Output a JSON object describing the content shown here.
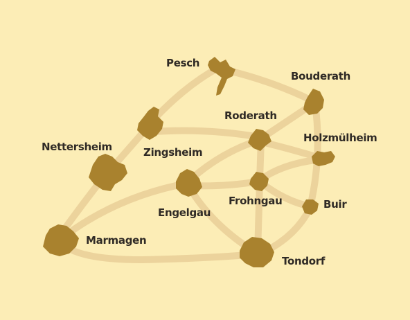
{
  "map": {
    "colors": {
      "background": "#fcedb6",
      "road": "#ecd39c",
      "town": "#a9822e",
      "label": "#2f2a25"
    },
    "towns": [
      {
        "id": "pesch",
        "name": "Pesch"
      },
      {
        "id": "bouderath",
        "name": "Bouderath"
      },
      {
        "id": "roderath",
        "name": "Roderath"
      },
      {
        "id": "holzmuelheim",
        "name": "Holzmülheim"
      },
      {
        "id": "nettersheim",
        "name": "Nettersheim"
      },
      {
        "id": "zingsheim",
        "name": "Zingsheim"
      },
      {
        "id": "frohngau",
        "name": "Frohngau"
      },
      {
        "id": "engelgau",
        "name": "Engelgau"
      },
      {
        "id": "buir",
        "name": "Buir"
      },
      {
        "id": "marmagen",
        "name": "Marmagen"
      },
      {
        "id": "tondorf",
        "name": "Tondorf"
      }
    ],
    "roads": [
      [
        "pesch",
        "zingsheim"
      ],
      [
        "pesch",
        "bouderath"
      ],
      [
        "zingsheim",
        "nettersheim"
      ],
      [
        "zingsheim",
        "roderath"
      ],
      [
        "nettersheim",
        "marmagen"
      ],
      [
        "marmagen",
        "engelgau"
      ],
      [
        "marmagen",
        "tondorf"
      ],
      [
        "engelgau",
        "frohngau"
      ],
      [
        "engelgau",
        "roderath"
      ],
      [
        "engelgau",
        "tondorf"
      ],
      [
        "roderath",
        "bouderath"
      ],
      [
        "roderath",
        "frohngau"
      ],
      [
        "bouderath",
        "buir"
      ],
      [
        "frohngau",
        "holzmuelheim"
      ],
      [
        "frohngau",
        "buir"
      ],
      [
        "frohngau",
        "tondorf"
      ],
      [
        "holzmuelheim",
        "roderath"
      ],
      [
        "buir",
        "tondorf"
      ]
    ]
  }
}
